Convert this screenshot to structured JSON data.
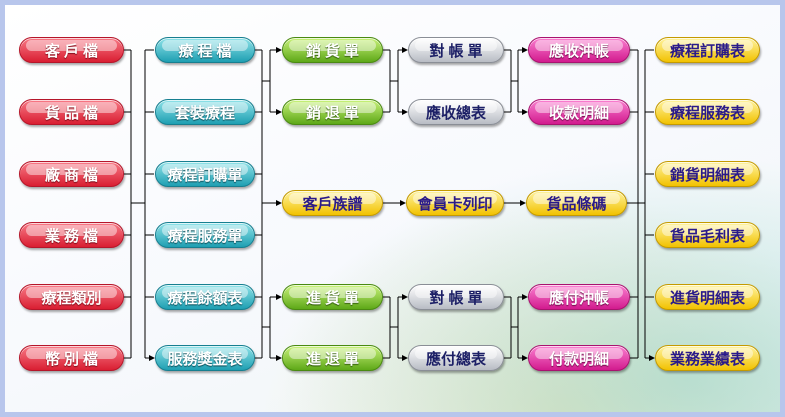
{
  "colors": {
    "red": "#d91e32",
    "teal": "#1f9fb2",
    "green": "#5ea818",
    "gray": "#b8bcc4",
    "pink": "#d21b8e",
    "yellow": "#f2c200",
    "frame": "#b8c6ec"
  },
  "col1": [
    "客戶檔",
    "貨品檔",
    "廠商檔",
    "業務檔",
    "療程類別",
    "幣別檔"
  ],
  "col2": [
    "療程檔",
    "套裝療程",
    "療程訂購單",
    "療程服務單",
    "療程餘額表",
    "服務獎金表"
  ],
  "sales": {
    "sell_order": "銷貨單",
    "sell_return": "銷退單",
    "reconcile": "對帳單",
    "receivable_summary": "應收總表",
    "receivable_offset": "應收沖帳",
    "receipt_detail": "收款明細"
  },
  "middle": {
    "customer_pedigree": "客戶族譜",
    "member_card_print": "會員卡列印",
    "product_barcode": "貨品條碼"
  },
  "purchase": {
    "purchase_order": "進貨單",
    "purchase_return": "進退單",
    "reconcile": "對帳單",
    "payable_summary": "應付總表",
    "payable_offset": "應付沖帳",
    "payment_detail": "付款明細"
  },
  "reports": [
    "療程訂購表",
    "療程服務表",
    "銷貨明細表",
    "貨品毛利表",
    "進貨明細表",
    "業務業績表"
  ]
}
